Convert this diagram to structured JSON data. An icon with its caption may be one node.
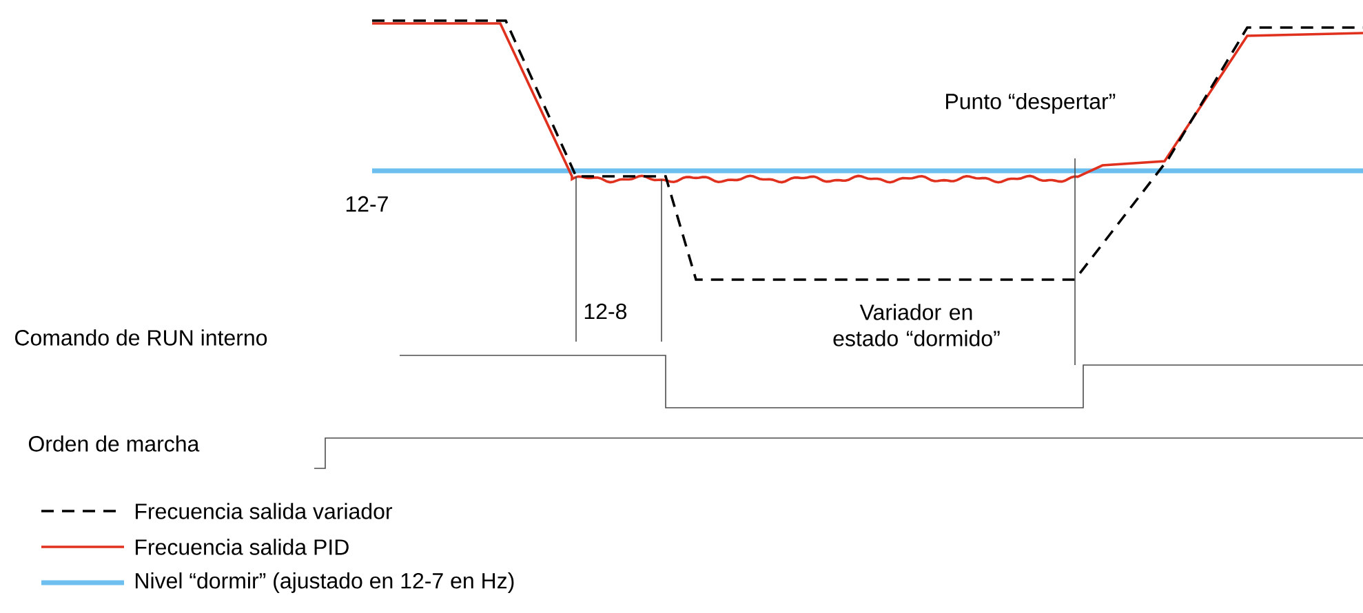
{
  "diagram": {
    "labels": [
      "Punto “despertar”",
      "12-7",
      "12-8",
      "Variador en estado “dormido”",
      "Comando de RUN interno",
      "Orden de marcha"
    ],
    "legend": [
      {
        "text": "Frecuencia salida variador"
      },
      {
        "text": "Frecuencia salida PID"
      },
      {
        "text": "Nivel “dormir” (ajustado en 12-7 en Hz)"
      }
    ]
  }
}
